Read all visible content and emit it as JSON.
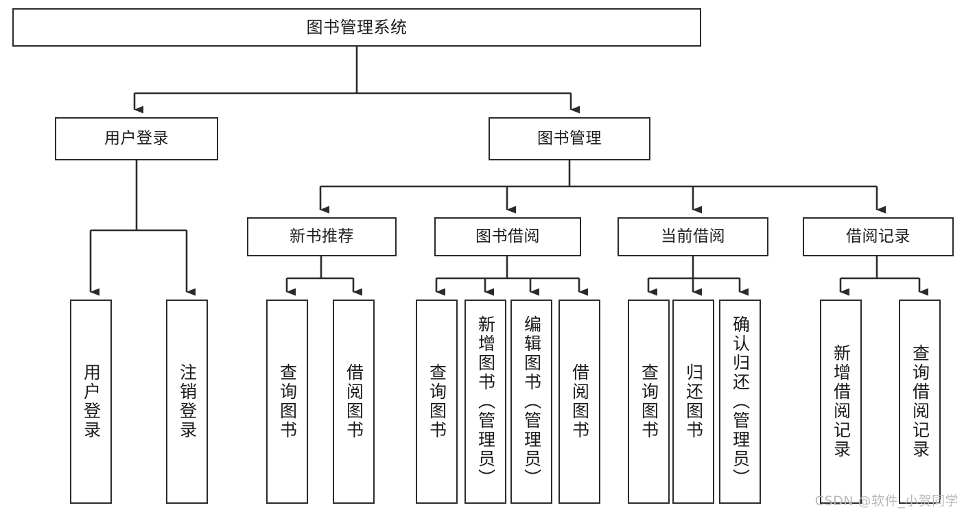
{
  "diagram": {
    "title": "图书管理系统",
    "type": "tree",
    "background_color": "#ffffff",
    "stroke_color": "#2b2b2b",
    "text_color": "#1b1b1b"
  },
  "nodes": {
    "root": {
      "label": "图书管理系统",
      "orientation": "horizontal",
      "level": 0
    },
    "user_login": {
      "label": "用户登录",
      "orientation": "horizontal",
      "level": 1
    },
    "book_manage": {
      "label": "图书管理",
      "orientation": "horizontal",
      "level": 1
    },
    "new_book_rec": {
      "label": "新书推荐",
      "orientation": "horizontal",
      "level": 2
    },
    "book_borrow": {
      "label": "图书借阅",
      "orientation": "horizontal",
      "level": 2
    },
    "current_borrow": {
      "label": "当前借阅",
      "orientation": "horizontal",
      "level": 2
    },
    "borrow_record": {
      "label": "借阅记录",
      "orientation": "horizontal",
      "level": 2
    },
    "leaf_user_login": {
      "label": "用户登录",
      "orientation": "vertical",
      "level": 2
    },
    "leaf_logout": {
      "label": "注销登录",
      "orientation": "vertical",
      "level": 2
    },
    "leaf_query_book_1": {
      "label": "查询图书",
      "orientation": "vertical",
      "level": 3
    },
    "leaf_borrow_book_1": {
      "label": "借阅图书",
      "orientation": "vertical",
      "level": 3
    },
    "leaf_query_book_2": {
      "label": "查询图书",
      "orientation": "vertical",
      "level": 3
    },
    "leaf_add_book_admin": {
      "label": "新增图书（管理员）",
      "orientation": "vertical",
      "level": 3
    },
    "leaf_edit_book_admin": {
      "label": "编辑图书（管理员）",
      "orientation": "vertical",
      "level": 3
    },
    "leaf_borrow_book_2": {
      "label": "借阅图书",
      "orientation": "vertical",
      "level": 3
    },
    "leaf_query_book_3": {
      "label": "查询图书",
      "orientation": "vertical",
      "level": 3
    },
    "leaf_return_book": {
      "label": "归还图书",
      "orientation": "vertical",
      "level": 3
    },
    "leaf_confirm_return_admin": {
      "label": "确认归还（管理员）",
      "orientation": "vertical",
      "level": 3
    },
    "leaf_add_record": {
      "label": "新增借阅记录",
      "orientation": "vertical",
      "level": 3
    },
    "leaf_query_record": {
      "label": "查询借阅记录",
      "orientation": "vertical",
      "level": 3
    }
  },
  "watermark": {
    "text": "CSDN @软件_小贺同学"
  }
}
